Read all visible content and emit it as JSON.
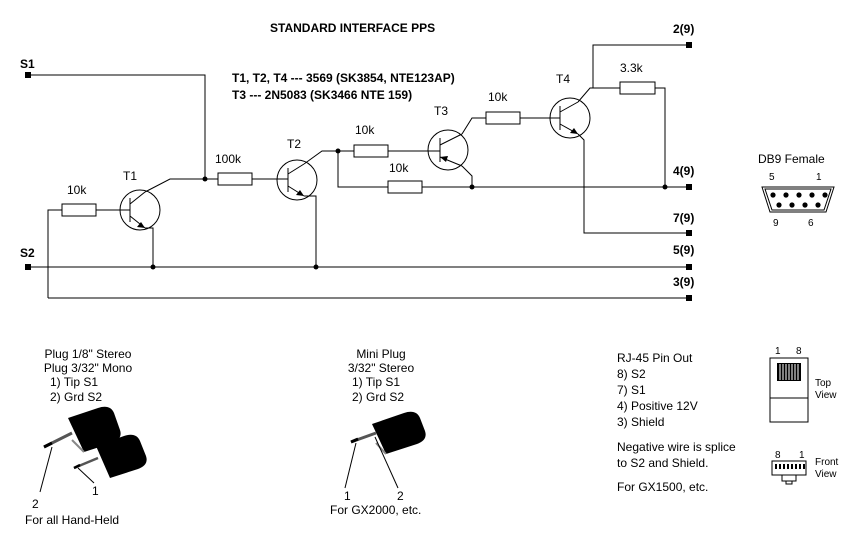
{
  "title": "STANDARD INTERFACE PPS",
  "transistor_notes": [
    "T1, T2, T4 --- 3569 (SK3854, NTE123AP)",
    "T3 --- 2N5083 (SK3466 NTE 159)"
  ],
  "inputs": {
    "s1": "S1",
    "s2": "S2"
  },
  "transistors": {
    "t1": "T1",
    "t2": "T2",
    "t3": "T3",
    "t4": "T4"
  },
  "resistors": {
    "r1": "10k",
    "r2": "100k",
    "r3": "10k",
    "r4": "10k",
    "r5": "10k",
    "r6": "3.3k"
  },
  "outputs": {
    "p2": "2(9)",
    "p4": "4(9)",
    "p7": "7(9)",
    "p5": "5(9)",
    "p3": "3(9)"
  },
  "db9": {
    "title": "DB9 Female",
    "pin5": "5",
    "pin1": "1",
    "pin9": "9",
    "pin6": "6"
  },
  "plug_stereo": {
    "lines": [
      "Plug 1/8\" Stereo",
      "Plug 3/32\" Mono",
      "1) Tip S1",
      "2) Grd S2"
    ],
    "label2": "2",
    "label1": "1",
    "caption": "For all Hand-Held"
  },
  "mini_plug": {
    "lines": [
      "Mini Plug",
      "3/32\" Stereo",
      "1) Tip S1",
      "2) Grd S2"
    ],
    "label1": "1",
    "label2": "2",
    "caption": "For GX2000, etc."
  },
  "rj45": {
    "lines": [
      "RJ-45 Pin Out",
      "8) S2",
      "7) S1",
      "4) Positive 12V",
      "3) Shield"
    ],
    "notes": [
      "Negative wire is splice",
      "to S2 and Shield."
    ],
    "footer": "For GX1500, etc.",
    "top_pin1": "1",
    "top_pin8": "8",
    "top_view": [
      "Top",
      "View"
    ],
    "front_pin8": "8",
    "front_pin1": "1",
    "front_view": [
      "Front",
      "View"
    ]
  }
}
